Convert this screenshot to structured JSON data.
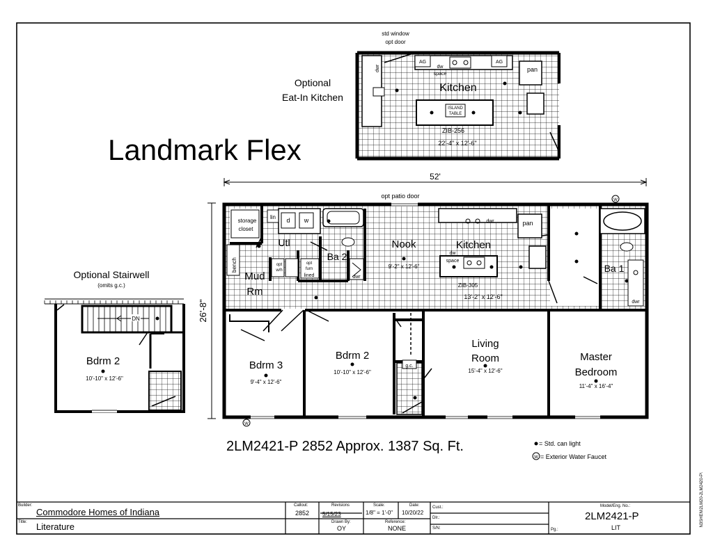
{
  "title": "Landmark Flex",
  "dimensions": {
    "width": "52'",
    "depth": "26'-8\""
  },
  "summary": "2LM2421-P 2852  Approx. 1387 Sq. Ft.",
  "legend": {
    "can_light": "= Std. can light",
    "faucet": "= Exterior Water Faucet",
    "faucet_symbol": "W"
  },
  "notes": {
    "opt_patio_door": "opt patio door",
    "std_window": "std window",
    "opt_door": "opt door"
  },
  "optional_kitchen": {
    "heading_1": "Optional",
    "heading_2": "Eat-In Kitchen",
    "label": "Kitchen",
    "code": "ZIB-256",
    "size": "22'-4\" x 12'-6\"",
    "ag1": "AG",
    "ag2": "AG",
    "dw": "dw",
    "space": "space",
    "pan": "pan",
    "dwr": "dwr",
    "island_1": "ISLAND",
    "island_2": "TABLE"
  },
  "optional_stairwell": {
    "heading": "Optional Stairwell",
    "sub": "(omits g.c.)",
    "room": "Bdrm 2",
    "size": "10'-10\" x 12'-6\"",
    "dn": "DN"
  },
  "rooms": {
    "storage_1": "storage",
    "storage_2": "closet",
    "lin": "lin",
    "d": "d",
    "w": "w",
    "utl": "Utl",
    "ba2": "Ba 2",
    "opt_wh_1": "opt",
    "opt_wh_2": "w/h",
    "opt_furn_1": "opt",
    "opt_furn_2": "furn",
    "lined": "lined",
    "dwr_ba2": "dwr",
    "bench": "bench",
    "mud_1": "Mud",
    "mud_2": "Rm",
    "nook": "Nook",
    "nook_size": "9'-2\" x 12'-6\"",
    "kitchen": "Kitchen",
    "kitchen_code": "ZIB-305",
    "kitchen_size": "13'-2\" x 12'-6\"",
    "kitchen_dw": "dw",
    "kitchen_dwr": "dwr",
    "kitchen_space": "space",
    "kitchen_pan": "pan",
    "ba1": "Ba 1",
    "ba1_dwr": "dwr",
    "bdrm3": "Bdrm 3",
    "bdrm3_size": "9'-4\" x 12'-6\"",
    "bdrm2": "Bdrm 2",
    "bdrm2_size": "10'-10\" x 12'-6\"",
    "gc": "g.c.",
    "living_1": "Living",
    "living_2": "Room",
    "living_size": "15'-4\" x 12'-6\"",
    "master_1": "Master",
    "master_2": "Bedroom",
    "master_size": "11'-4\" x 16'-4\""
  },
  "title_block": {
    "builder_label": "Builder:",
    "builder": "Commodore Homes of Indiana",
    "title_label": "Title:",
    "title": "Literature",
    "callout_label": "Callout:",
    "callout": "2852",
    "revisions_label": "Revisions",
    "revisions": "5/15/23",
    "scale_label": "Scale:",
    "scale": "1/8\" = 1'-0\"",
    "date_label": "Date:",
    "date": "10/20/22",
    "drawn_label": "Drawn By:",
    "drawn": "OY",
    "reference_label": "Reference:",
    "reference": "NONE",
    "cust_label": "Cust.:",
    "dlr_label": "Dlr.:",
    "sn_label": "S/N:",
    "model_label": "Model/Eng. No.:",
    "model": "2LM2421-P",
    "lit": "LIT",
    "pg_label": "Pg.:",
    "side_code": "N3SHEN\\2LM20-2LM2420-P\\"
  }
}
